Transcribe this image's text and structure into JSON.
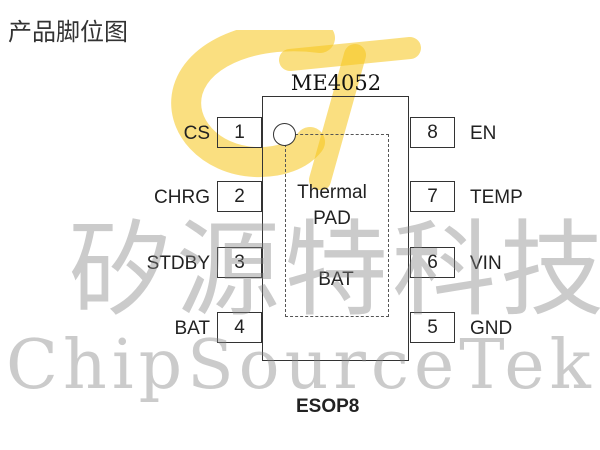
{
  "title": "产品脚位图",
  "chip": {
    "label": "ME4052",
    "package": "ESOP8",
    "thermal_pad": {
      "line1": "Thermal",
      "line2": "PAD",
      "net": "BAT"
    }
  },
  "pins": {
    "left": [
      {
        "number": "1",
        "name": "CS"
      },
      {
        "number": "2",
        "name": "CHRG"
      },
      {
        "number": "3",
        "name": "STDBY"
      },
      {
        "number": "4",
        "name": "BAT"
      }
    ],
    "right": [
      {
        "number": "8",
        "name": "EN"
      },
      {
        "number": "7",
        "name": "TEMP"
      },
      {
        "number": "6",
        "name": "VIN"
      },
      {
        "number": "5",
        "name": "GND"
      }
    ]
  },
  "watermark": {
    "chinese": "矽源特科技",
    "english": "ChipSourceTek",
    "logo_color": "#f5c518"
  }
}
